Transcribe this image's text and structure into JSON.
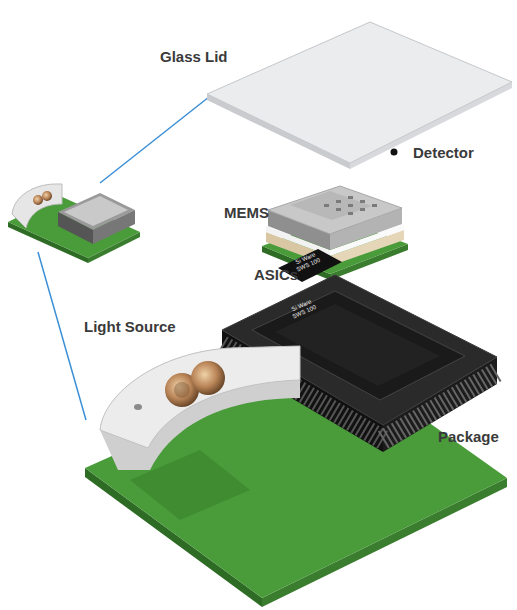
{
  "diagram": {
    "labels": [
      "Glass Lid",
      "Detector",
      "MEMS",
      "ASICs",
      "Si Ware SWS 100",
      "Si Ware SWS 100",
      "Light Source",
      "Package"
    ]
  }
}
